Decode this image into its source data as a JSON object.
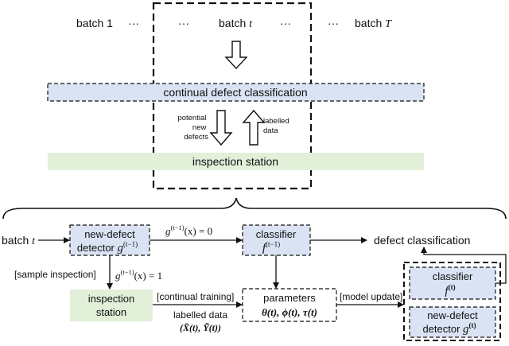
{
  "top": {
    "batch_1": "batch 1",
    "dots_left": "···",
    "dots_mid": "···",
    "batch_t_word": "batch",
    "batch_t_var": "t",
    "dots_right": "···",
    "batch_T_word": "batch",
    "batch_T_var": "T",
    "continual_label": "continual defect classification",
    "potential_line1": "potential",
    "potential_line2": "new",
    "potential_line3": "defects",
    "labelled_line1": "labelled",
    "labelled_line2": "data",
    "station_label": "inspection station"
  },
  "bottom": {
    "batch_t_word": "batch",
    "batch_t_var": "t",
    "detector_line1": "new-defect",
    "detector_line2": "detector",
    "detector_func": "g",
    "detector_sup": "(t−1)",
    "cond_zero_func": "g",
    "cond_zero_sup": "(t−1)",
    "cond_zero_rest": "(x) = 0",
    "cond_one_func": "g",
    "cond_one_sup": "(t−1)",
    "cond_one_rest": "(x) = 1",
    "classifier_line1": "classifier",
    "classifier_func": "f",
    "classifier_sup": "(t−1)",
    "defect_classification": "defect classification",
    "sample_inspection": "[sample inspection]",
    "inspection_line1": "inspection",
    "inspection_line2": "station",
    "continual_training": "[continual training]",
    "labelled_data": "labelled data",
    "labelled_math": "(X̃(t), Ỹ(t))",
    "parameters_label": "parameters",
    "parameters_math": "θ(t), ϕ(t), τ(t)",
    "model_update": "[model update]",
    "new_classifier_line1": "classifier",
    "new_classifier_func": "f",
    "new_classifier_sup": "(t)",
    "new_detector_line1": "new-defect",
    "new_detector_line2": "detector",
    "new_detector_func": "g",
    "new_detector_sup": "(t)"
  },
  "colors": {
    "blue_fill": "#dae3f3",
    "green_fill": "#e2f0d9",
    "stroke": "#111111"
  }
}
